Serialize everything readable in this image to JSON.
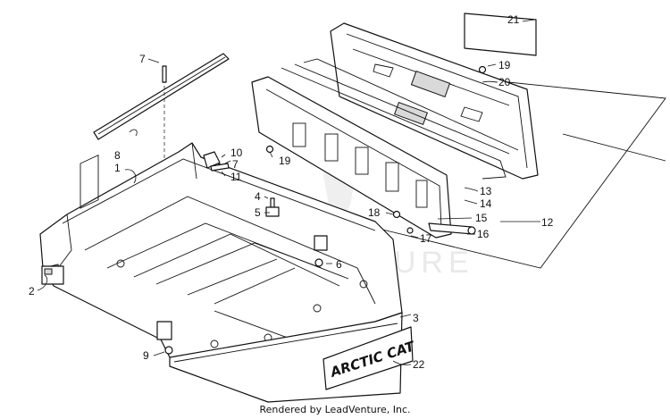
{
  "watermark": {
    "text": "LEADVENTURE"
  },
  "decal_brand": {
    "text": "ARCTIC CAT"
  },
  "credit": "Rendered by LeadVenture, Inc.",
  "callouts": [
    "1",
    "2",
    "3",
    "4",
    "5",
    "6",
    "7",
    "7",
    "8",
    "9",
    "10",
    "11",
    "12",
    "13",
    "14",
    "15",
    "16",
    "17",
    "18",
    "19",
    "19",
    "20",
    "21",
    "22"
  ]
}
